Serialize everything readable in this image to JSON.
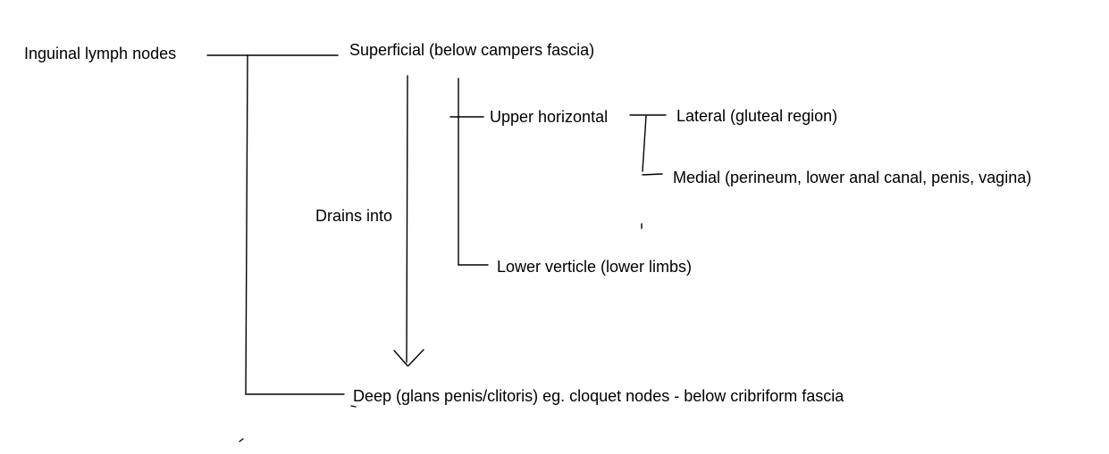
{
  "diagram": {
    "type": "tree",
    "topic": "Inguinal lymph nodes",
    "background_color": "#ffffff",
    "line_color": "#000000",
    "text_color": "#000000",
    "nodes": {
      "root": "Inguinal lymph nodes",
      "superficial": "Superficial (below campers fascia)",
      "upper_horizontal": "Upper horizontal",
      "lateral": "Lateral (gluteal region)",
      "medial": "Medial (perineum, lower anal canal, penis, vagina)",
      "lower_verticle": "Lower verticle (lower limbs)",
      "drains_into_label": "Drains into",
      "deep": "Deep (glans penis/clitoris) eg. cloquet nodes - below cribriform fascia"
    },
    "edges": [
      {
        "from": "Inguinal lymph nodes",
        "to": "Superficial (below campers fascia)",
        "style": "line"
      },
      {
        "from": "Inguinal lymph nodes",
        "to": "Deep (glans penis/clitoris) eg. cloquet nodes - below cribriform fascia",
        "style": "line"
      },
      {
        "from": "Superficial (below campers fascia)",
        "to": "Upper horizontal",
        "style": "line"
      },
      {
        "from": "Superficial (below campers fascia)",
        "to": "Lower verticle (lower limbs)",
        "style": "line"
      },
      {
        "from": "Upper horizontal",
        "to": "Lateral (gluteal region)",
        "style": "line"
      },
      {
        "from": "Upper horizontal",
        "to": "Medial (perineum, lower anal canal, penis, vagina)",
        "style": "line"
      },
      {
        "from": "Superficial (below campers fascia)",
        "to": "Deep (glans penis/clitoris) eg. cloquet nodes - below cribriform fascia",
        "label": "Drains into",
        "style": "arrow"
      }
    ]
  }
}
